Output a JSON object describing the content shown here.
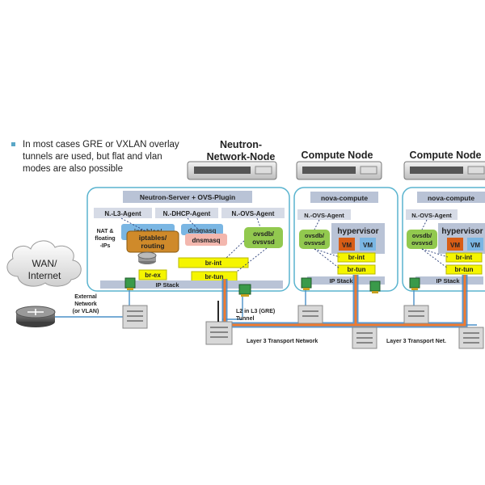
{
  "bullet": {
    "line1": "In most cases GRE or VXLAN overlay",
    "line2": "tunnels  are used, but flat and vlan",
    "line3": "modes are also possible"
  },
  "network_node": {
    "title_line1": "Neutron-",
    "title_line2": "Network-Node",
    "server_label": "Neutron-Server + OVS-Plugin",
    "l3_agent": "N.-L3-Agent",
    "dhcp_agent": "N.-DHCP-Agent",
    "ovs_agent": "N.-OVS-Agent",
    "nat_line1": "NAT &",
    "nat_line2": "floating",
    "nat_line3": "-IPs",
    "iptables_back": "iptables/",
    "iptables_line1": "iptables/",
    "iptables_line2": "routing",
    "dnsmasq_back": "dnsmasq",
    "dnsmasq": "dnsmasq",
    "ovsdb_line1": "ovsdb/",
    "ovsdb_line2": "ovsvsd",
    "br_int": "br-int",
    "br_ex": "br-ex",
    "br_tun": "br-tun",
    "ip_stack": "IP Stack"
  },
  "compute_node_1": {
    "title": "Compute Node",
    "nova": "nova-compute",
    "ovs_agent": "N.-OVS-Agent",
    "ovsdb_line1": "ovsdb/",
    "ovsdb_line2": "ovsvsd",
    "hypervisor": "hypervisor",
    "vm1": "VM",
    "vm2": "VM",
    "br_int": "br-int",
    "br_tun": "br-tun",
    "ip_stack": "IP Stack"
  },
  "compute_node_2": {
    "title": "Compute Node",
    "nova": "nova-compute",
    "ovs_agent": "N.-OVS-Agent",
    "ovsdb_line1": "ovsdb/",
    "ovsdb_line2": "ovsvsd",
    "hypervisor": "hypervisor",
    "vm1": "VM",
    "vm2": "VM",
    "br_int": "br-int",
    "br_tun": "br-tun",
    "ip_stack": "IP Stack"
  },
  "wan": {
    "line1": "WAN/",
    "line2": "Internet"
  },
  "external": {
    "line1": "External",
    "line2": "Network",
    "line3": "(or VLAN)"
  },
  "tunnel": {
    "line1": "L2 in L3 (GRE)",
    "line2": "Tunnel"
  },
  "transport1": "Layer 3 Transport Network",
  "transport2": "Layer 3 Transport Net.",
  "colors": {
    "node_border": "#5ab4cf",
    "header_fill": "#b9c3d6",
    "agent_fill": "#d6dbe6",
    "yellow": "#f5f500",
    "green": "#92c94f",
    "orange_dark": "#c87500",
    "orange": "#e8a33a",
    "tunnel_orange": "#f07a2e",
    "tunnel_blue": "#3d86c8"
  }
}
